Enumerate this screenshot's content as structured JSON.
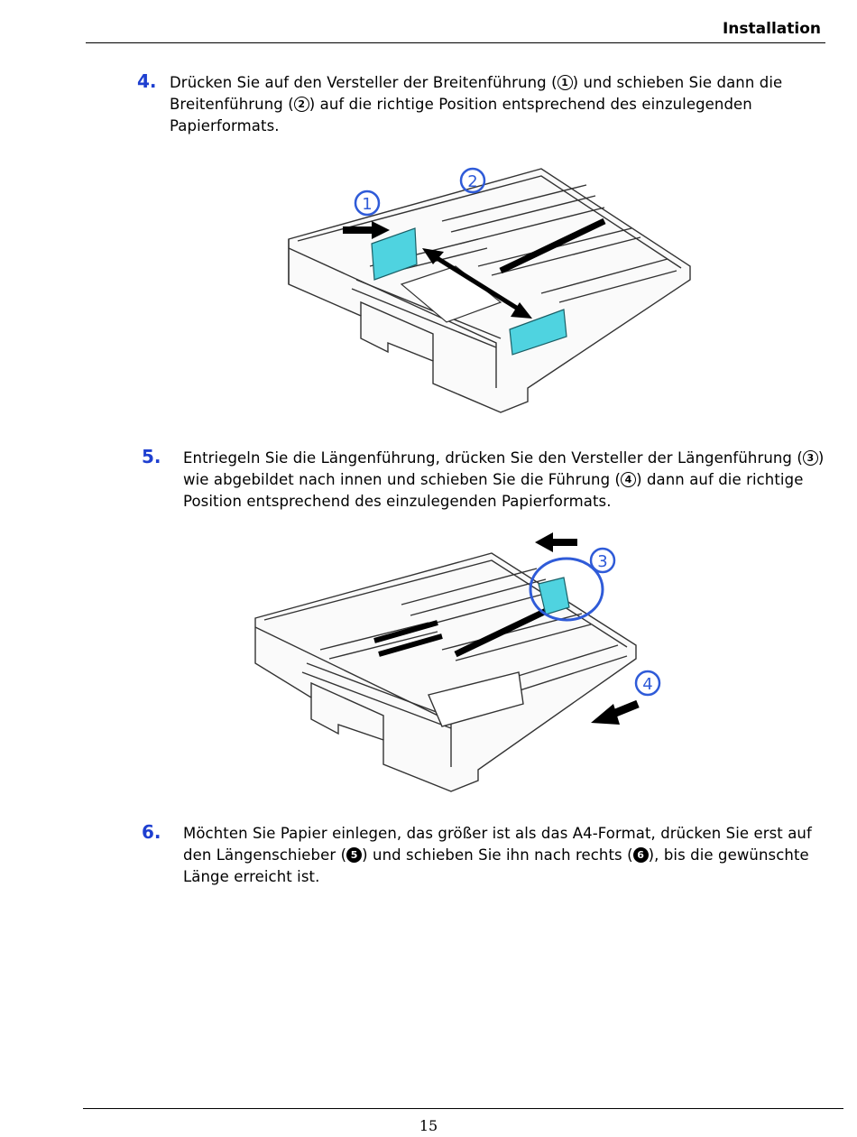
{
  "header": {
    "section": "Installation"
  },
  "steps": [
    {
      "number": "4.",
      "text_a": "Drücken Sie auf den Versteller der Breitenführung (",
      "marker_a": "1",
      "text_b": ") und schieben Sie dann die Breitenführung (",
      "marker_b": "2",
      "text_c": ") auf die richtige Position entsprechend des einzulegenden Papierformats."
    },
    {
      "number": "5.",
      "text_a": "Entriegeln Sie die Längenführung, drücken Sie den Versteller der Längenführung (",
      "marker_a": "3",
      "text_b": ") wie abgebildet nach innen und schieben Sie die Führung (",
      "marker_b": "4",
      "text_c": ") dann auf die richtige Position entsprechend des einzulegenden Papierformats."
    },
    {
      "number": "6.",
      "text_a": "Möchten Sie Papier einlegen, das größer ist als das A4-Format, drücken Sie erst auf den Längenschieber (",
      "marker_a": "5",
      "text_b": ") und schieben Sie ihn nach rechts (",
      "marker_b": "6",
      "text_c": "), bis die gewünschte Länge erreicht ist."
    }
  ],
  "figures": [
    {
      "callouts": [
        "1",
        "2"
      ]
    },
    {
      "callouts": [
        "3",
        "4"
      ]
    }
  ],
  "colors": {
    "step_number": "#1e3fd0",
    "callout": "#2f5bd8",
    "guide": "#4fd3e0"
  },
  "footer": {
    "page_number": "15"
  }
}
